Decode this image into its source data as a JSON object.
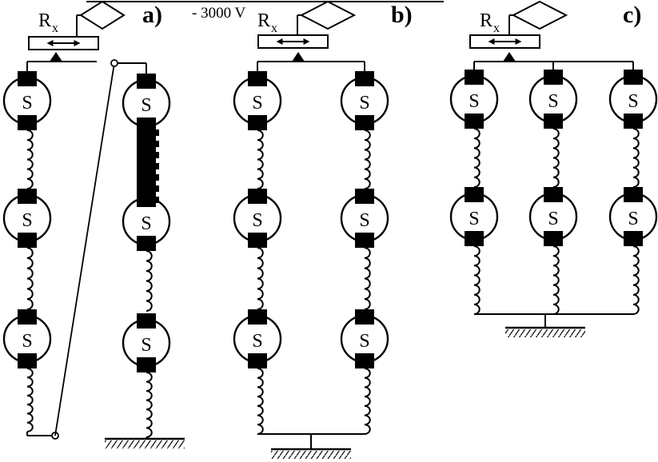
{
  "voltage_label": "- 3000 V",
  "resistor": {
    "label": "R",
    "subscript": "x"
  },
  "motor_label": "S",
  "panels": [
    {
      "id": "a",
      "label": "a)"
    },
    {
      "id": "b",
      "label": "b)"
    },
    {
      "id": "c",
      "label": "c)"
    }
  ],
  "colors": {
    "ink": "#000000",
    "background": "#ffffff"
  }
}
